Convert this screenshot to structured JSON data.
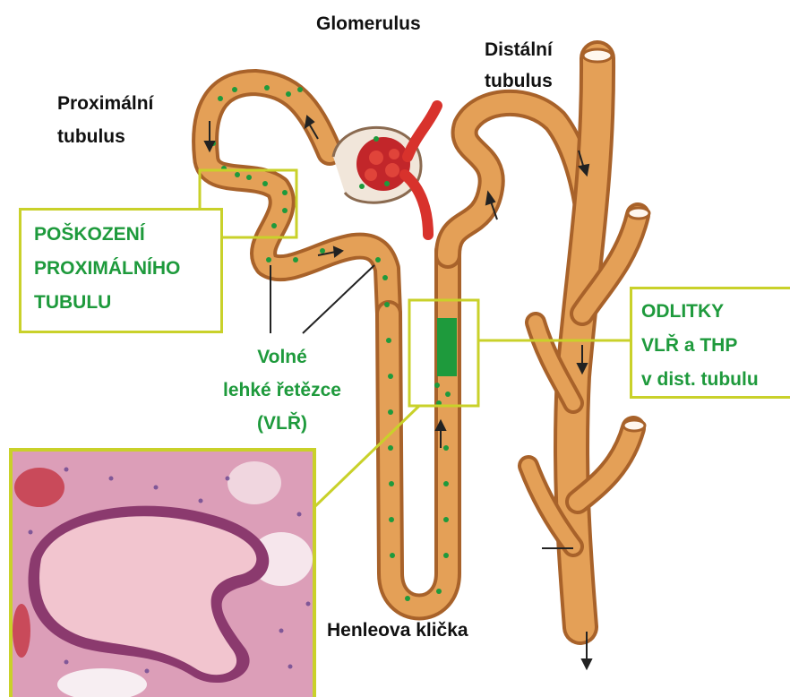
{
  "labels": {
    "glomerulus": "Glomerulus",
    "proximal_l1": "Proximální",
    "proximal_l2": "tubulus",
    "distal_l1": "Distální",
    "distal_l2": "tubulus",
    "henle": "Henleova klička",
    "vlr_l1": "Volné",
    "vlr_l2": "lehké řetězce",
    "vlr_l3": "(VLŘ)"
  },
  "callouts": {
    "damage_l1": "POŠKOZENÍ",
    "damage_l2": "PROXIMÁLNÍHO",
    "damage_l3": "TUBULU",
    "casts_l1": "ODLITKY",
    "casts_l2": "VLŘ a THP",
    "casts_l3": "v dist. tubulu"
  },
  "colors": {
    "tubule": "#d98f40",
    "tubule_dark": "#b8702a",
    "light_chain_dots": "#1e9a3c",
    "callout_border": "#c9d12a",
    "vessel_red": "#d8322c",
    "histology_pink": "#e8aac0"
  },
  "icons": [
    "flow-arrow-icon",
    "glomerulus-icon",
    "histology-image"
  ]
}
